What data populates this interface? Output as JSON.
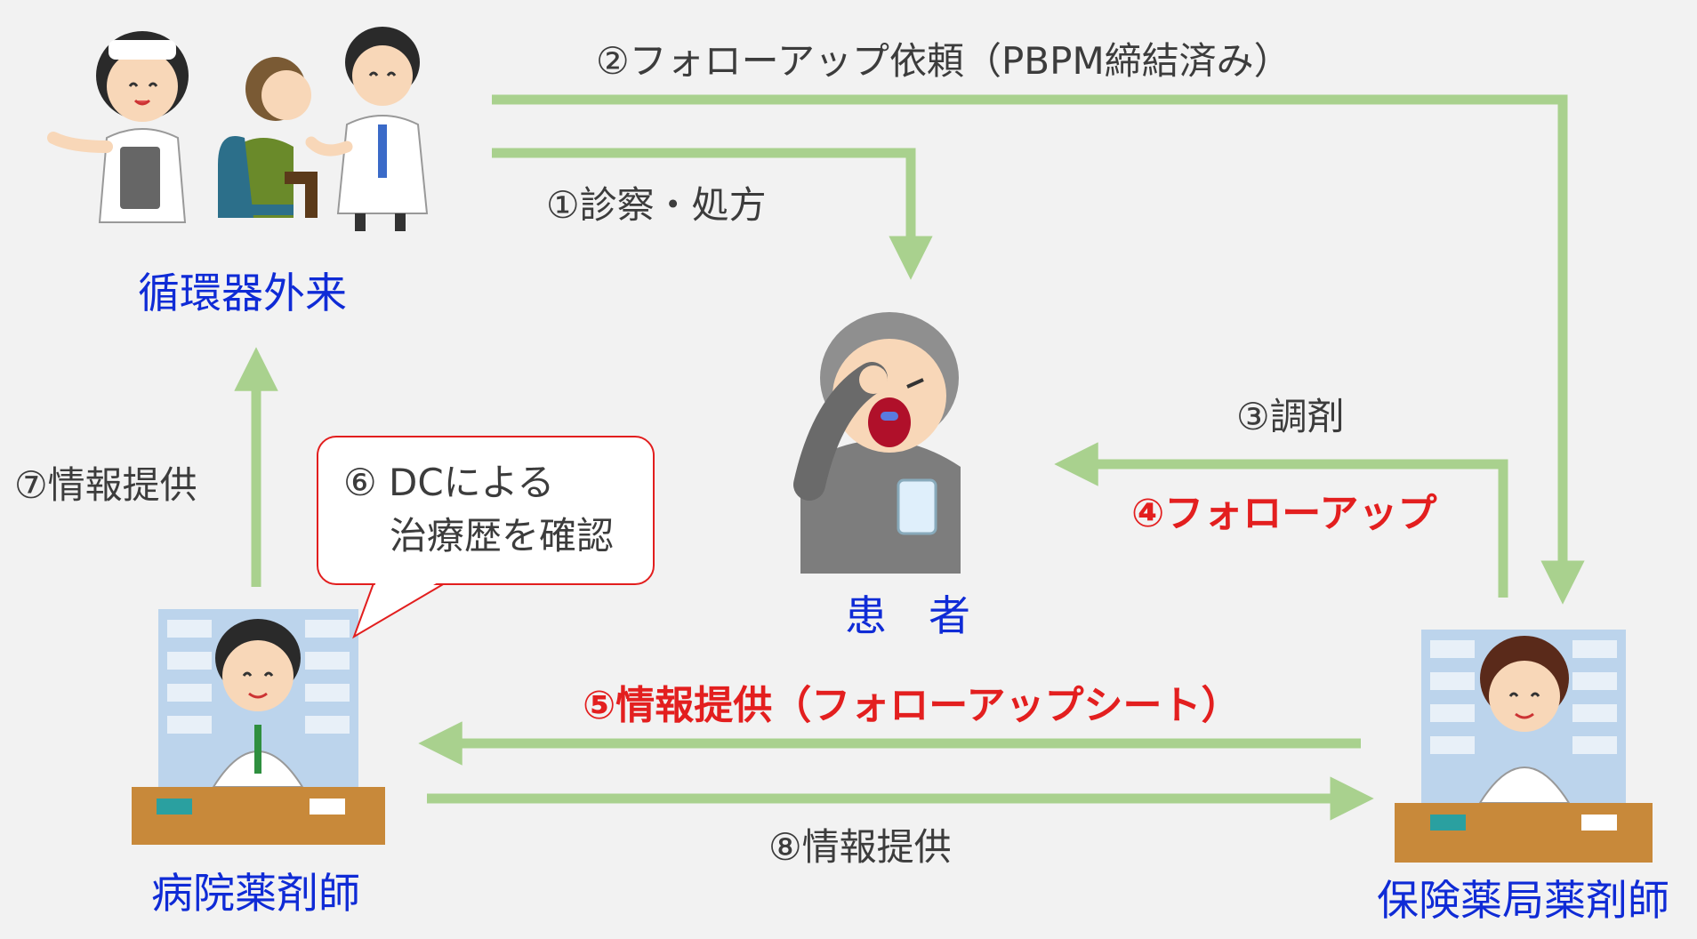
{
  "nodes": {
    "outpatient": "循環器外来",
    "patient": "患　者",
    "hospital_pharmacist": "病院薬剤師",
    "community_pharmacist": "保険薬局薬剤師"
  },
  "flows": {
    "f1": "①診察・処方",
    "f2": "②フォローアップ依頼（PBPM締結済み）",
    "f3": "③調剤",
    "f4": "④フォローアップ",
    "f5": "⑤情報提供（フォローアップシート）",
    "f7": "⑦情報提供",
    "f8": "⑧情報提供"
  },
  "callout": {
    "line1": "⑥ DCによる",
    "line2": "治療歴を確認"
  },
  "colors": {
    "arrow": "#a9d18e",
    "node_label": "#0f2bd6",
    "highlight": "#e31f1f",
    "text": "#3c3c3c",
    "background": "#f2f2f2"
  }
}
